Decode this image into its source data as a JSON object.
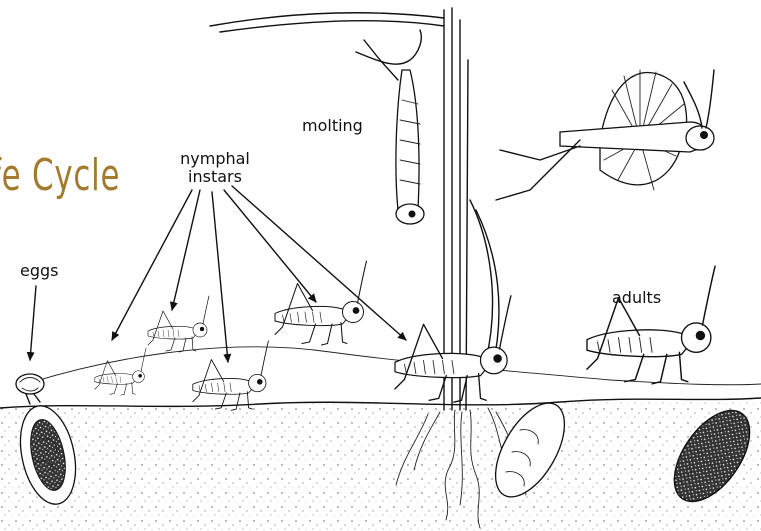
{
  "title": "fe Cycle",
  "labels": {
    "eggs": "eggs",
    "nymphal_line1": "nymphal",
    "nymphal_line2": "instars",
    "molting": "molting",
    "adults": "adults"
  },
  "colors": {
    "title": "#a47a2e",
    "ink": "#111111",
    "background": "#ffffff"
  }
}
